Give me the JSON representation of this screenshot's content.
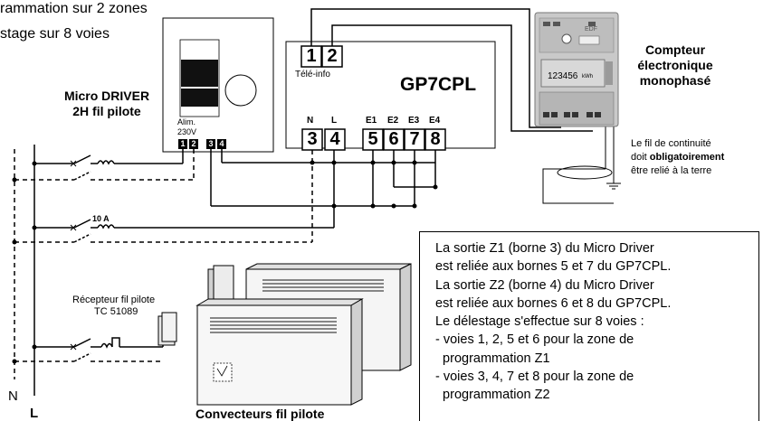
{
  "top_left_text": {
    "line1": "rammation sur 2 zones",
    "line2": "stage sur 8 voies"
  },
  "micro_driver": {
    "title_line1": "Micro DRIVER",
    "title_line2": "2H fil pilote",
    "alim_label": "Alim.",
    "voltage_label": "230V",
    "terminals": [
      "1",
      "2",
      "3",
      "4"
    ]
  },
  "gp7cpl": {
    "name": "GP7CPL",
    "tele_info_label": "Télé-info",
    "tele_terminals": [
      "1",
      "2"
    ],
    "bottom_labels": [
      "N",
      "L",
      "E1",
      "E2",
      "E3",
      "E4"
    ],
    "bottom_terminals": [
      "3",
      "4",
      "5",
      "6",
      "7",
      "8"
    ]
  },
  "meter": {
    "title_line1": "Compteur",
    "title_line2": "électronique",
    "title_line3": "monophasé",
    "display_reading": "123456",
    "display_unit": "kWh",
    "brand": "EDF"
  },
  "earth_note": {
    "line1": "Le fil de continuité",
    "line2_prefix": "doit ",
    "line2_bold": "obligatoirement",
    "line3": "être relié à la terre"
  },
  "breaker_label": "10 A",
  "receiver": {
    "line1": "Récepteur fil pilote",
    "line2": "TC 51089"
  },
  "convectors_label": "Convecteurs fil pilote",
  "supply_labels": {
    "neutral": "N",
    "live": "L"
  },
  "info_box": {
    "lines": [
      "La sortie Z1 (borne 3) du Micro Driver",
      "est reliée aux bornes 5 et 7 du GP7CPL.",
      "La sortie Z2 (borne 4) du Micro Driver",
      "est reliée aux bornes 6 et 8 du GP7CPL.",
      "Le délestage s'effectue sur 8 voies :",
      "- voies 1, 2, 5 et 6 pour la zone de",
      "  programmation Z1",
      "- voies 3, 4, 7 et 8 pour la zone de",
      "  programmation Z2"
    ]
  }
}
